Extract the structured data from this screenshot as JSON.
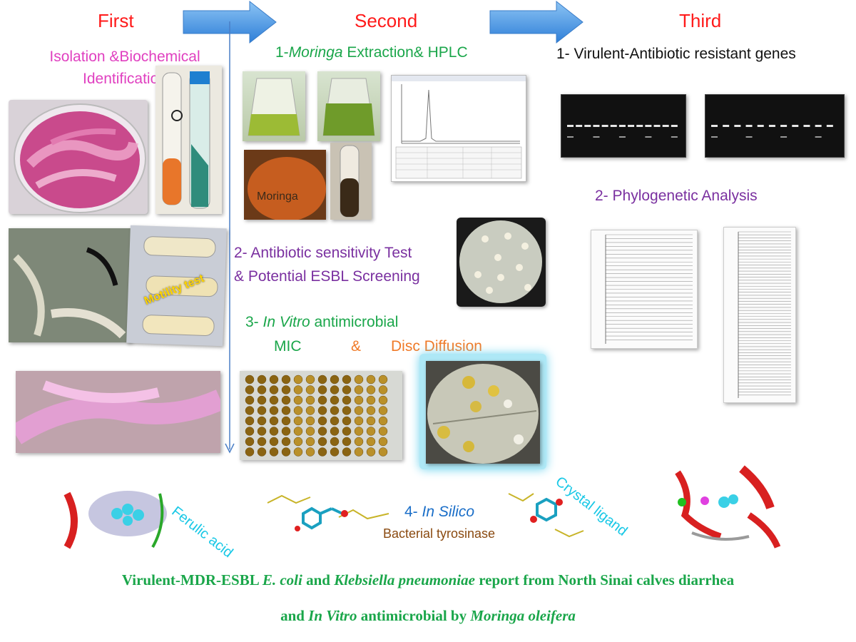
{
  "stages": {
    "first": "First",
    "second": "Second",
    "third": "Third"
  },
  "first": {
    "heading_line1": "Isolation &Biochemical",
    "heading_line2": "Identification",
    "motility_label": "Motility test"
  },
  "second": {
    "step1_prefix": "1-",
    "step1_italic": "Moringa",
    "step1_suffix": " Extraction& HPLC",
    "step2_line1": "2- Antibiotic sensitivity Test",
    "step2_line2": "& Potential ESBL Screening",
    "step3_prefix": "3- ",
    "step3_italic": "In Vitro",
    "step3_suffix": " antimicrobial",
    "mic_label": "MIC",
    "amp_label": "&",
    "disc_label": "Disc Diffusion"
  },
  "third": {
    "step1": "1- Virulent-Antibiotic resistant genes",
    "step2": "2- Phylogenetic Analysis"
  },
  "insilico": {
    "ferulic": "Ferulic acid",
    "crystal": "Crystal ligand",
    "title_prefix": "4- ",
    "title_italic": "In Silico",
    "subtitle": "Bacterial tyrosinase"
  },
  "footer": {
    "l1_a": "Virulent-MDR-ESBL ",
    "l1_b": "E. coli",
    "l1_c": " and ",
    "l1_d": "Klebsiella pneumoniae",
    "l1_e": " report from North Sinai calves diarrhea",
    "l2_a": "and ",
    "l2_b": "In Vitro",
    "l2_c": " antimicrobial by ",
    "l2_d": "Moringa oleifera"
  },
  "colors": {
    "stage": "#ff1a1a",
    "pink": "#e040c0",
    "green": "#1aa64a",
    "purple": "#7a30a0",
    "orange": "#f07a28",
    "cyan": "#19c8e6",
    "arrow": "#3f8fe0"
  }
}
